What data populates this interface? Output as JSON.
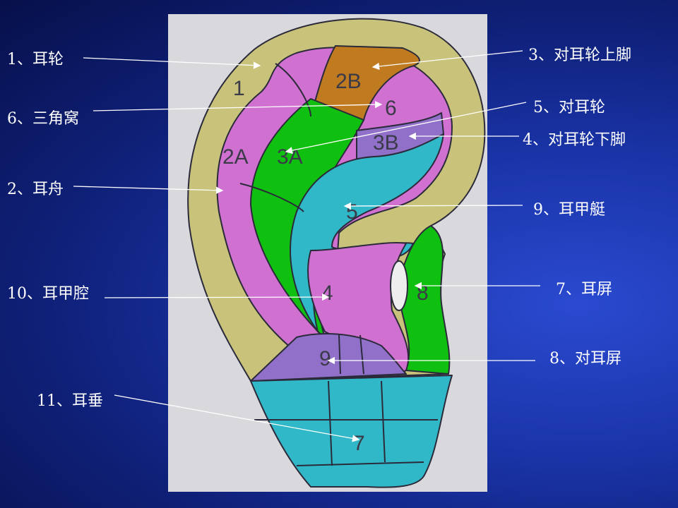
{
  "labels": {
    "l1": "1、耳轮",
    "l6": "6、三角窝",
    "l2": "2、耳舟",
    "l10": "10、耳甲腔",
    "l11": "11、耳垂",
    "l3": "3、对耳轮上脚",
    "l5": "5、对耳轮",
    "l4": "4、对耳轮下脚",
    "l9": "9、耳甲艇",
    "l7": "7、耳屏",
    "l8": "8、对耳屏"
  },
  "regions": {
    "r1": "1",
    "r2B": "2B",
    "r6": "6",
    "r2A": "2A",
    "r3A": "3A",
    "r3B": "3B",
    "r5": "5",
    "r4": "4",
    "r8": "8",
    "r9": "9",
    "r7": "7"
  },
  "colors": {
    "helix": "#c9c27a",
    "magenta": "#d070d0",
    "green": "#10c010",
    "cyan": "#30b8c8",
    "purple": "#9070c8",
    "brown": "#c07a20",
    "panel": "#d9d9dd"
  }
}
